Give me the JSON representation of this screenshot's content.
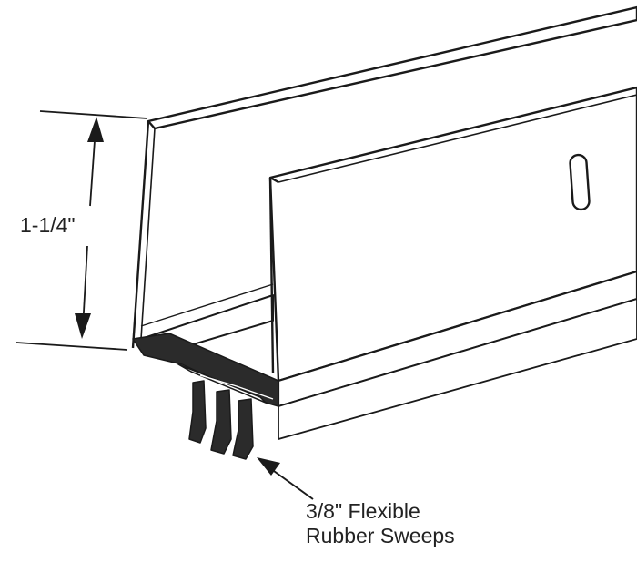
{
  "dimension": {
    "height_label": "1-1/4\""
  },
  "callout": {
    "line1": "3/8\" Flexible",
    "line2": "Rubber Sweeps"
  },
  "colors": {
    "stroke": "#1a1a1a",
    "rubber": "#2b2b2b",
    "background": "#ffffff"
  }
}
